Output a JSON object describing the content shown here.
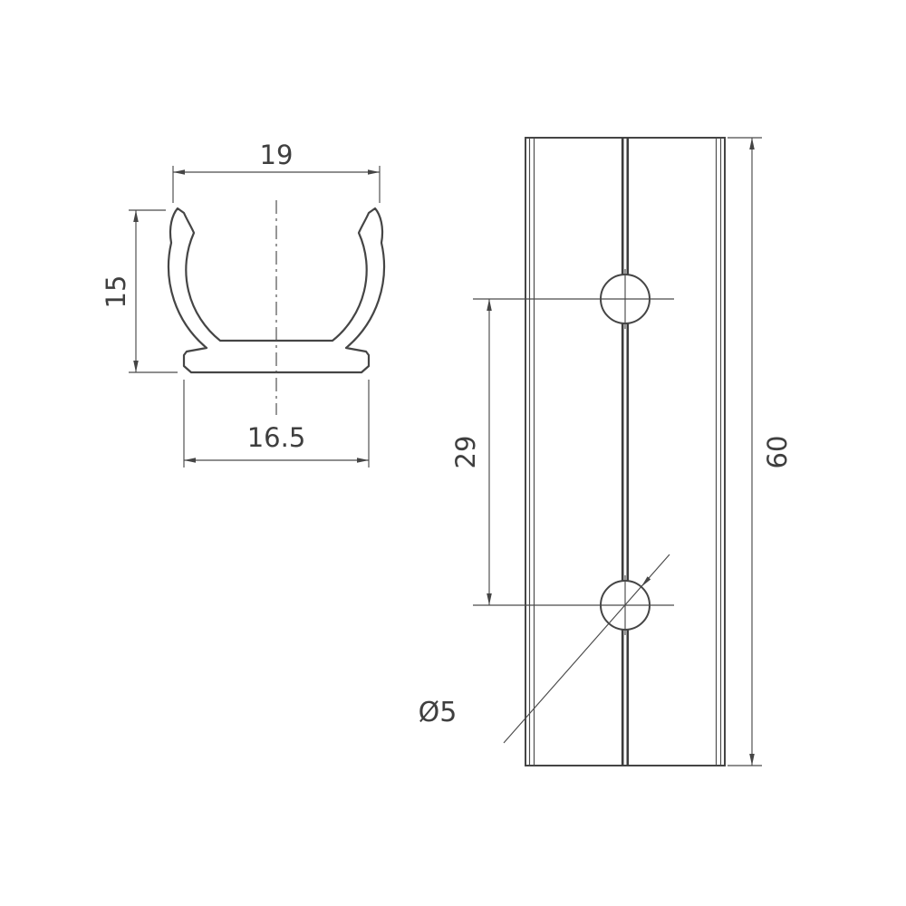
{
  "drawing": {
    "background_color": "#ffffff",
    "line_color": "#454545",
    "section_view": {
      "name": "clip-cross-section",
      "dimensions": {
        "top_width": "19",
        "height": "15",
        "base_width": "16.5"
      }
    },
    "front_view": {
      "name": "profile-front-view",
      "dimensions": {
        "hole_spacing": "29",
        "length": "60",
        "hole_diameter": "Ø5"
      }
    }
  }
}
